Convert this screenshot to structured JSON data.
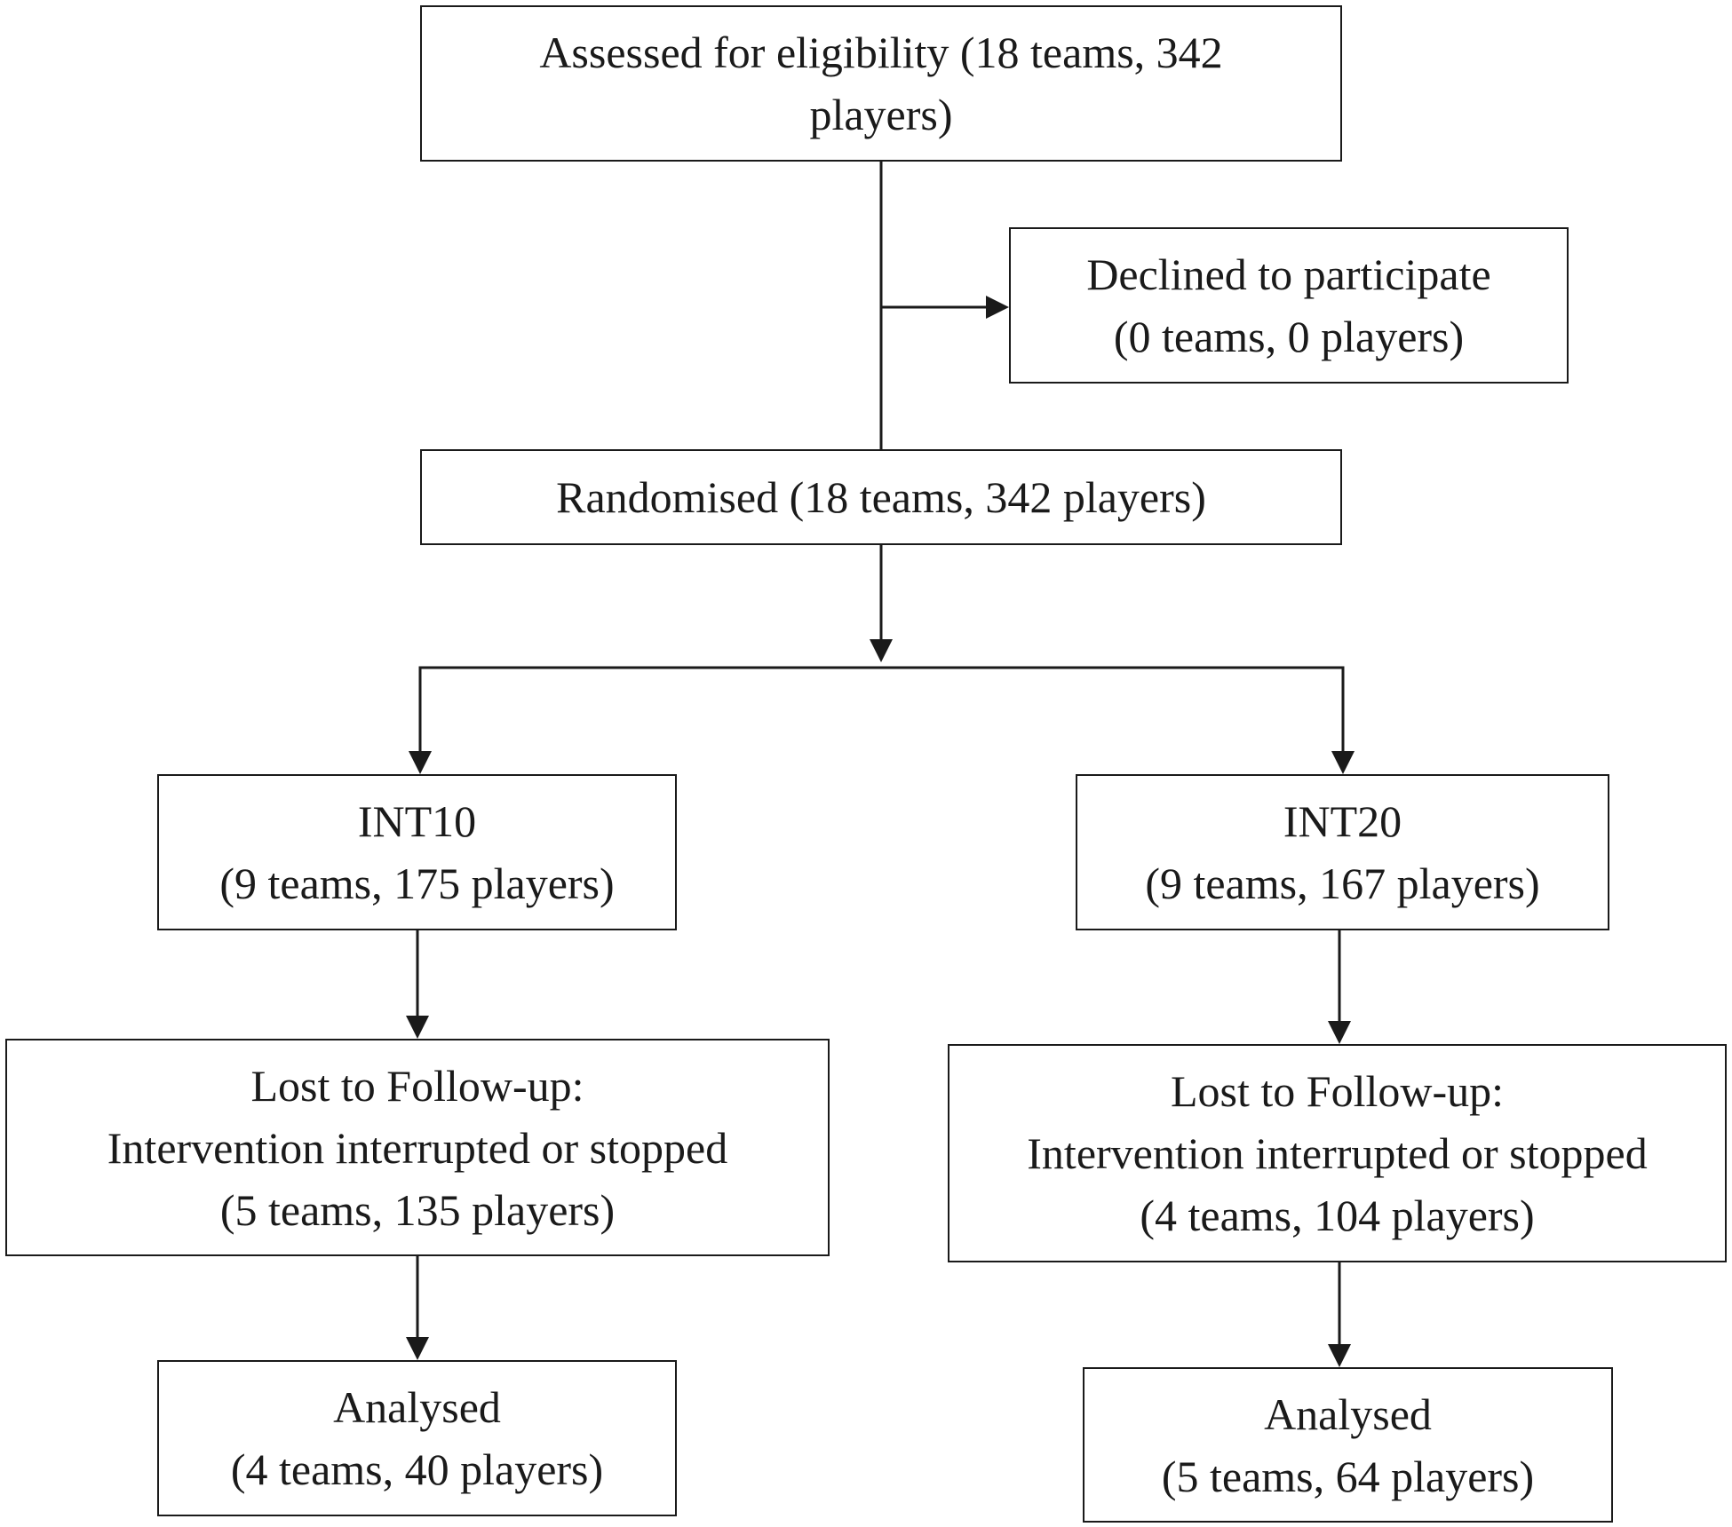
{
  "flow": {
    "assessed": {
      "line1": "Assessed for eligibility  (18 teams, 342",
      "line2": "players)"
    },
    "declined": {
      "line1": "Declined to participate",
      "line2": "(0 teams, 0 players)"
    },
    "randomised": {
      "line1": "Randomised (18 teams, 342 players)"
    },
    "int10": {
      "line1": "INT10",
      "line2": "(9 teams, 175 players)"
    },
    "int20": {
      "line1": "INT20",
      "line2": "(9 teams, 167 players)"
    },
    "lost10": {
      "line1": "Lost to Follow-up:",
      "line2": "Intervention interrupted or stopped",
      "line3": "(5 teams, 135 players)"
    },
    "lost20": {
      "line1": "Lost to Follow-up:",
      "line2": "Intervention interrupted or stopped",
      "line3": "(4 teams, 104 players)"
    },
    "analysed10": {
      "line1": "Analysed",
      "line2": "(4 teams, 40 players)"
    },
    "analysed20": {
      "line1": "Analysed",
      "line2": "(5 teams, 64 players)"
    }
  }
}
